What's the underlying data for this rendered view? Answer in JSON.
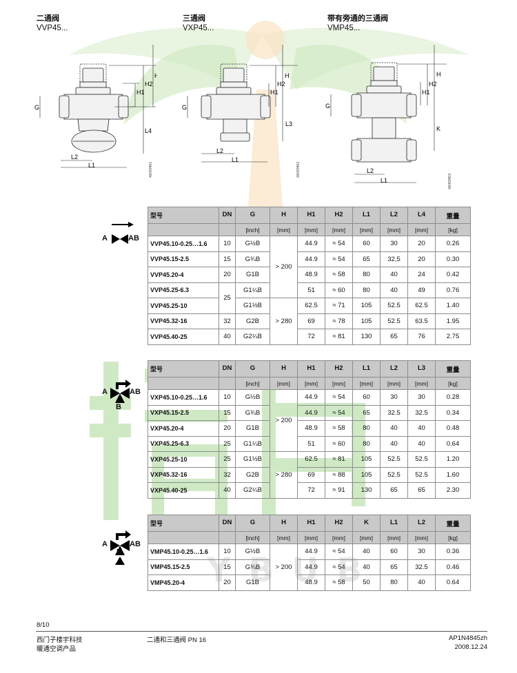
{
  "headers": [
    {
      "title": "二通阀",
      "sub": "VVP45..."
    },
    {
      "title": "三通阀",
      "sub": "VXP45..."
    },
    {
      "title": "带有旁通的三通阀",
      "sub": "VMP45..."
    }
  ],
  "drawing_codes": [
    "4845M01",
    "4845M02",
    "4845M03"
  ],
  "dims": {
    "v1": [
      "H",
      "H2",
      "H1",
      "G",
      "L4",
      "L2",
      "L1"
    ],
    "v2": [
      "H",
      "H2",
      "H1",
      "G",
      "L3",
      "L2",
      "L1"
    ],
    "v3": [
      "H",
      "H2",
      "H1",
      "G",
      "K",
      "L2",
      "L1"
    ]
  },
  "symbols": {
    "a": "A",
    "ab": "AB",
    "b": "B"
  },
  "tables": [
    {
      "head1": [
        "型号",
        "DN",
        "G",
        "H",
        "H1",
        "H2",
        "L1",
        "L2",
        "L4",
        "重量"
      ],
      "head2": [
        "",
        "",
        "[inch]",
        "[mm]",
        "[mm]",
        "[mm]",
        "[mm]",
        "[mm]",
        "[mm]",
        "[kg]"
      ],
      "h_groups": [
        "> 200",
        "> 280"
      ],
      "dn_merged": "25",
      "rows": [
        {
          "model": "VVP45.10-0.25…1.6",
          "dn": "10",
          "g": "G½B",
          "h1": "44.9",
          "h2": "≈ 54",
          "l1": "60",
          "l2": "30",
          "l3": "20",
          "kg": "0.26"
        },
        {
          "model": "VVP45.15-2.5",
          "dn": "15",
          "g": "G¾B",
          "h1": "44.9",
          "h2": "≈ 54",
          "l1": "65",
          "l2": "32,5",
          "l3": "20",
          "kg": "0.30"
        },
        {
          "model": "VVP45.20-4",
          "dn": "20",
          "g": "G1B",
          "h1": "48.9",
          "h2": "≈ 58",
          "l1": "80",
          "l2": "40",
          "l3": "24",
          "kg": "0.42"
        },
        {
          "model": "VVP45.25-6.3",
          "dn": "",
          "g": "G1¼B",
          "h1": "51",
          "h2": "≈ 60",
          "l1": "80",
          "l2": "40",
          "l3": "49",
          "kg": "0.76"
        },
        {
          "model": "VVP45.25-10",
          "dn": "",
          "g": "G1½B",
          "h1": "62.5",
          "h2": "≈ 71",
          "l1": "105",
          "l2": "52.5",
          "l3": "62.5",
          "kg": "1.40"
        },
        {
          "model": "VVP45.32-16",
          "dn": "32",
          "g": "G2B",
          "h1": "69",
          "h2": "≈ 78",
          "l1": "105",
          "l2": "52.5",
          "l3": "63.5",
          "kg": "1.95"
        },
        {
          "model": "VVP45.40-25",
          "dn": "40",
          "g": "G2¼B",
          "h1": "72",
          "h2": "≈ 81",
          "l1": "130",
          "l2": "65",
          "l3": "76",
          "kg": "2.75"
        }
      ]
    },
    {
      "head1": [
        "型号",
        "DN",
        "G",
        "H",
        "H1",
        "H2",
        "L1",
        "L2",
        "L3",
        "重量"
      ],
      "head2": [
        "",
        "",
        "[inch]",
        "[mm]",
        "[mm]",
        "[mm]",
        "[mm]",
        "[mm]",
        "[mm]",
        "[kg]"
      ],
      "h_groups": [
        "> 200",
        "> 280"
      ],
      "rows": [
        {
          "model": "VXP45.10-0.25…1.6",
          "dn": "10",
          "g": "G½B",
          "h1": "44.9",
          "h2": "≈ 54",
          "l1": "60",
          "l2": "30",
          "l3": "30",
          "kg": "0.28"
        },
        {
          "model": "VXP45.15-2.5",
          "dn": "15",
          "g": "G¾B",
          "h1": "44.9",
          "h2": "≈ 54",
          "l1": "65",
          "l2": "32.5",
          "l3": "32.5",
          "kg": "0.34"
        },
        {
          "model": "VXP45.20-4",
          "dn": "20",
          "g": "G1B",
          "h1": "48.9",
          "h2": "≈ 58",
          "l1": "80",
          "l2": "40",
          "l3": "40",
          "kg": "0.48"
        },
        {
          "model": "VXP45.25-6.3",
          "dn": "25",
          "g": "G1¼B",
          "h1": "51",
          "h2": "≈ 60",
          "l1": "80",
          "l2": "40",
          "l3": "40",
          "kg": "0.64"
        },
        {
          "model": "VXP45.25-10",
          "dn": "25",
          "g": "G1½B",
          "h1": "62.5",
          "h2": "≈ 81",
          "l1": "105",
          "l2": "52.5",
          "l3": "52.5",
          "kg": "1.20"
        },
        {
          "model": "VXP45.32-16",
          "dn": "32",
          "g": "G2B",
          "h1": "69",
          "h2": "≈ 88",
          "l1": "105",
          "l2": "52.5",
          "l3": "52.5",
          "kg": "1.60"
        },
        {
          "model": "VXP45.40-25",
          "dn": "40",
          "g": "G2¼B",
          "h1": "72",
          "h2": "≈ 91",
          "l1": "130",
          "l2": "65",
          "l3": "65",
          "kg": "2.30"
        }
      ]
    },
    {
      "head1": [
        "型号",
        "DN",
        "G",
        "H",
        "H1",
        "H2",
        "K",
        "L1",
        "L2",
        "重量"
      ],
      "head2": [
        "",
        "",
        "[inch]",
        "[mm]",
        "[mm]",
        "[mm]",
        "[mm]",
        "[mm]",
        "[mm]",
        "[kg]"
      ],
      "h_groups": [
        "> 200"
      ],
      "rows": [
        {
          "model": "VMP45.10-0.25…1.6",
          "dn": "10",
          "g": "G½B",
          "h1": "44.9",
          "h2": "≈ 54",
          "l1": "40",
          "l2": "60",
          "l3": "30",
          "kg": "0.36"
        },
        {
          "model": "VMP45.15-2.5",
          "dn": "15",
          "g": "G¾B",
          "h1": "44.9",
          "h2": "≈ 54",
          "l1": "40",
          "l2": "65",
          "l3": "32.5",
          "kg": "0.46"
        },
        {
          "model": "VMP45.20-4",
          "dn": "20",
          "g": "G1B",
          "h1": "48.9",
          "h2": "≈ 58",
          "l1": "50",
          "l2": "80",
          "l3": "40",
          "kg": "0.64"
        }
      ]
    }
  ],
  "footer": {
    "page": "8/10",
    "company_1": "西门子楼宇科技",
    "company_2": "暖通空调产品",
    "doc_title": "二通和三通阀 PN 16",
    "doc_no": "AP1N4845zh",
    "date": "2008.12.24"
  },
  "watermark_text": "YBUB",
  "colors": {
    "header_gray": "#c9c9c9",
    "watermark_green": "#9fd08a",
    "watermark_orange": "#f6c98d"
  }
}
